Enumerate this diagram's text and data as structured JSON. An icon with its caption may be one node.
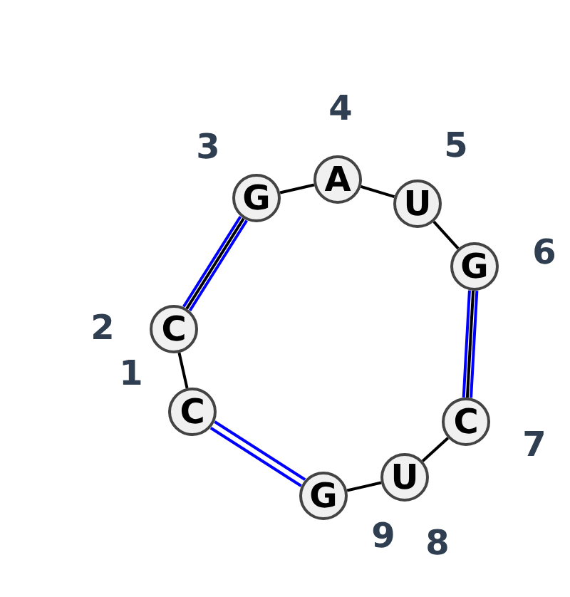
{
  "diagram": {
    "nodes": [
      {
        "text": [
          "C"
        ],
        "beside": [
          "1"
        ]
      },
      {
        "text": [
          "C"
        ],
        "beside": [
          "2"
        ]
      },
      {
        "text": [
          "G"
        ],
        "beside": [
          "3"
        ]
      },
      {
        "text": [
          "A"
        ],
        "beside": [
          "4"
        ]
      },
      {
        "text": [
          "U"
        ],
        "beside": [
          "5"
        ]
      },
      {
        "text": [
          "G"
        ],
        "beside": [
          "6"
        ]
      },
      {
        "text": [
          "C"
        ],
        "beside": [
          "7"
        ]
      },
      {
        "text": [
          "U"
        ],
        "beside": [
          "8"
        ]
      },
      {
        "text": [
          "G"
        ],
        "beside": [
          "9"
        ]
      }
    ],
    "edges": [
      {
        "from": 0,
        "to": 1,
        "arrow": "none"
      },
      {
        "from": 1,
        "to": 2,
        "arrow": "none"
      },
      {
        "from": 2,
        "to": 3,
        "arrow": "none"
      },
      {
        "from": 3,
        "to": 4,
        "arrow": "none"
      },
      {
        "from": 4,
        "to": 5,
        "arrow": "none"
      },
      {
        "from": 5,
        "to": 6,
        "arrow": "none"
      },
      {
        "from": 6,
        "to": 7,
        "arrow": "none"
      },
      {
        "from": 7,
        "to": 8,
        "arrow": "none"
      },
      {
        "from": 1,
        "to": 2,
        "arrow": "none",
        "color": "#0000ff"
      },
      {
        "from": 5,
        "to": 6,
        "arrow": "none",
        "color": "#0000ff"
      },
      {
        "from": 0,
        "to": 8,
        "arrow": "none",
        "color": "#0000ff"
      }
    ]
  }
}
